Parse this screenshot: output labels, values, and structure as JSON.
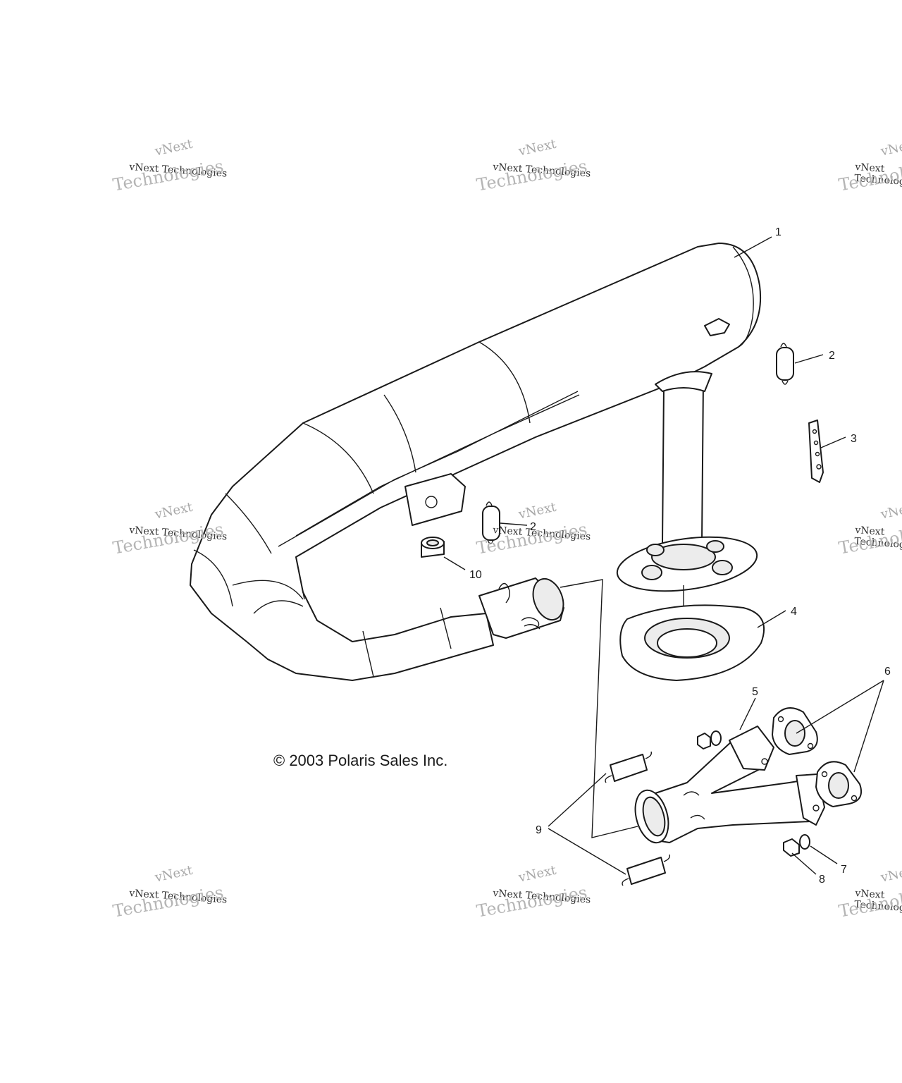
{
  "copyright": "© 2003 Polaris Sales Inc.",
  "watermark": {
    "line1": "vNext",
    "line2": "vNext Technologies",
    "line3": "Technologies"
  },
  "callouts": [
    {
      "id": "c1",
      "label": "1"
    },
    {
      "id": "c2a",
      "label": "2"
    },
    {
      "id": "c2b",
      "label": "2"
    },
    {
      "id": "c3",
      "label": "3"
    },
    {
      "id": "c4",
      "label": "4"
    },
    {
      "id": "c5",
      "label": "5"
    },
    {
      "id": "c6",
      "label": "6"
    },
    {
      "id": "c7",
      "label": "7"
    },
    {
      "id": "c8",
      "label": "8"
    },
    {
      "id": "c9",
      "label": "9"
    },
    {
      "id": "c10",
      "label": "10"
    }
  ]
}
